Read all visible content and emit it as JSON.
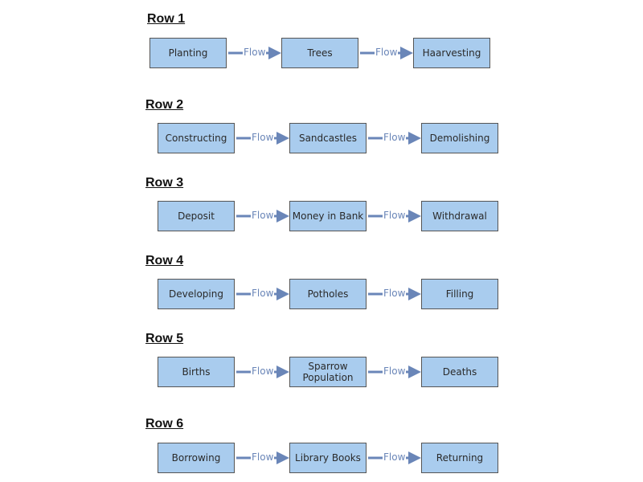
{
  "rows": [
    {
      "title": "Row 1",
      "flow": "Flow",
      "boxes": [
        "Planting",
        "Trees",
        "Haarvesting"
      ]
    },
    {
      "title": "Row 2",
      "flow": "Flow",
      "boxes": [
        "Constructing",
        "Sandcastles",
        "Demolishing"
      ]
    },
    {
      "title": "Row 3",
      "flow": "Flow",
      "boxes": [
        "Deposit",
        "Money in Bank",
        "Withdrawal"
      ]
    },
    {
      "title": "Row 4",
      "flow": "Flow",
      "boxes": [
        "Developing",
        "Potholes",
        "Filling"
      ]
    },
    {
      "title": "Row 5",
      "flow": "Flow",
      "boxes": [
        "Births",
        "Sparrow Population",
        "Deaths"
      ]
    },
    {
      "title": "Row 6",
      "flow": "Flow",
      "boxes": [
        "Borrowing",
        "Library Books",
        "Returning"
      ]
    }
  ],
  "colors": {
    "box_fill": "#a9ccee",
    "box_border": "#555555",
    "arrow": "#6a86b8"
  }
}
